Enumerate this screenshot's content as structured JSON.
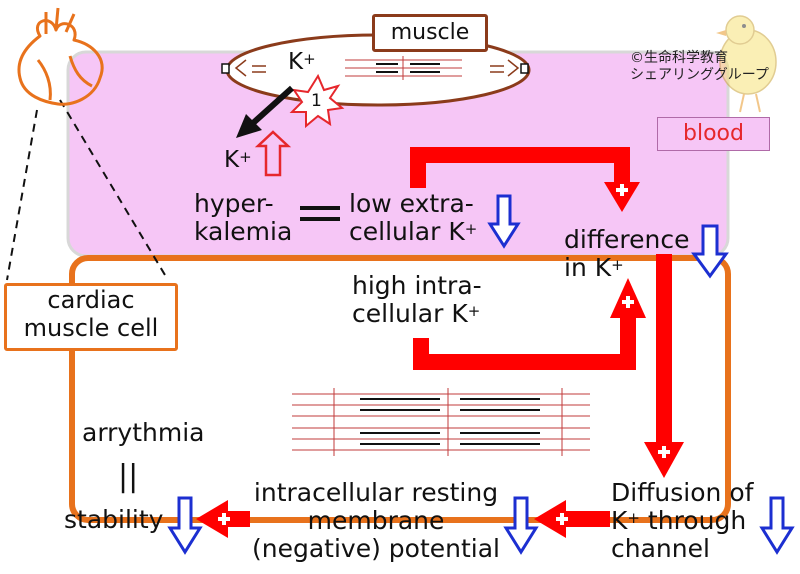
{
  "labels": {
    "muscle": "muscle",
    "blood": "blood",
    "cardiac_line1": "cardiac",
    "cardiac_line2": "muscle cell",
    "copyright_line1": "©生命科学教育",
    "copyright_line2": "シェアリンググループ",
    "k_plus_top": "K",
    "k_plus_left": "K",
    "plus_sup": "+",
    "star_number": "1",
    "hyper_line1": "hyper-",
    "hyper_line2": "kalemia",
    "equals": "=",
    "low_line1": "low extra-",
    "low_line2": "cellular K",
    "high_line1": "high intra-",
    "high_line2": "cellular K",
    "diff_line1": "difference",
    "diff_line2": "in K",
    "arrythmia": "arrythmia",
    "parallel": "||",
    "stability": "stability",
    "resting_line1": "intracellular resting",
    "resting_line2": "membrane",
    "resting_line3": "(negative) potential",
    "diffusion_line1": "Diffusion of",
    "diffusion_line2": "K",
    "diffusion_line2b": " through",
    "diffusion_line3": "channel"
  },
  "colors": {
    "blood_fill": "#f6c6f6",
    "cell_border": "#e8721c",
    "flow_arrow": "#ff0000",
    "down_arrow": "#1c2fd1",
    "up_arrow": "#e6272c",
    "muscle_border": "#8b3b1b"
  }
}
